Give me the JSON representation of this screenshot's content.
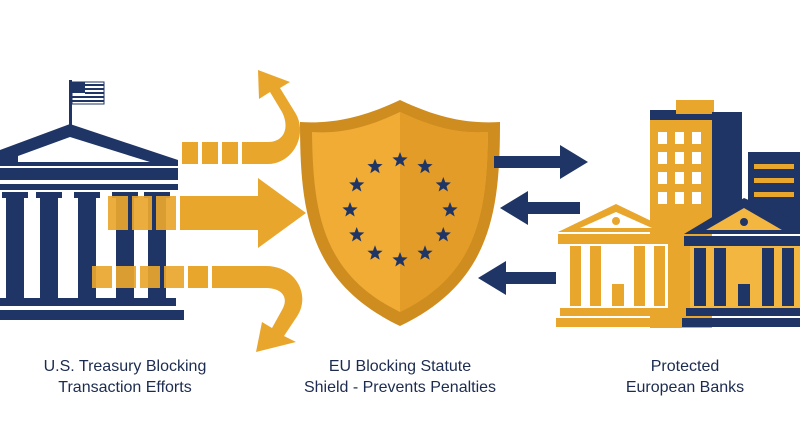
{
  "colors": {
    "navy": "#1f3566",
    "gold": "#e9a62c",
    "gold_light": "#f3b640",
    "gold_dark": "#cf8d1f",
    "white": "#ffffff"
  },
  "icons": {
    "us_treasury": "government-building-icon",
    "us_flag": "us-flag-icon",
    "eu_shield": "eu-shield-icon",
    "eu_stars": "star-icon",
    "bank": "bank-building-icon",
    "office": "office-tower-icon"
  },
  "labels": {
    "left": {
      "line1": "U.S. Treasury Blocking",
      "line2": "Transaction Efforts"
    },
    "middle": {
      "line1": "EU Blocking Statute",
      "line2": "Shield - Prevents Penalties"
    },
    "right": {
      "line1": "Protected",
      "line2": "European Banks"
    }
  }
}
